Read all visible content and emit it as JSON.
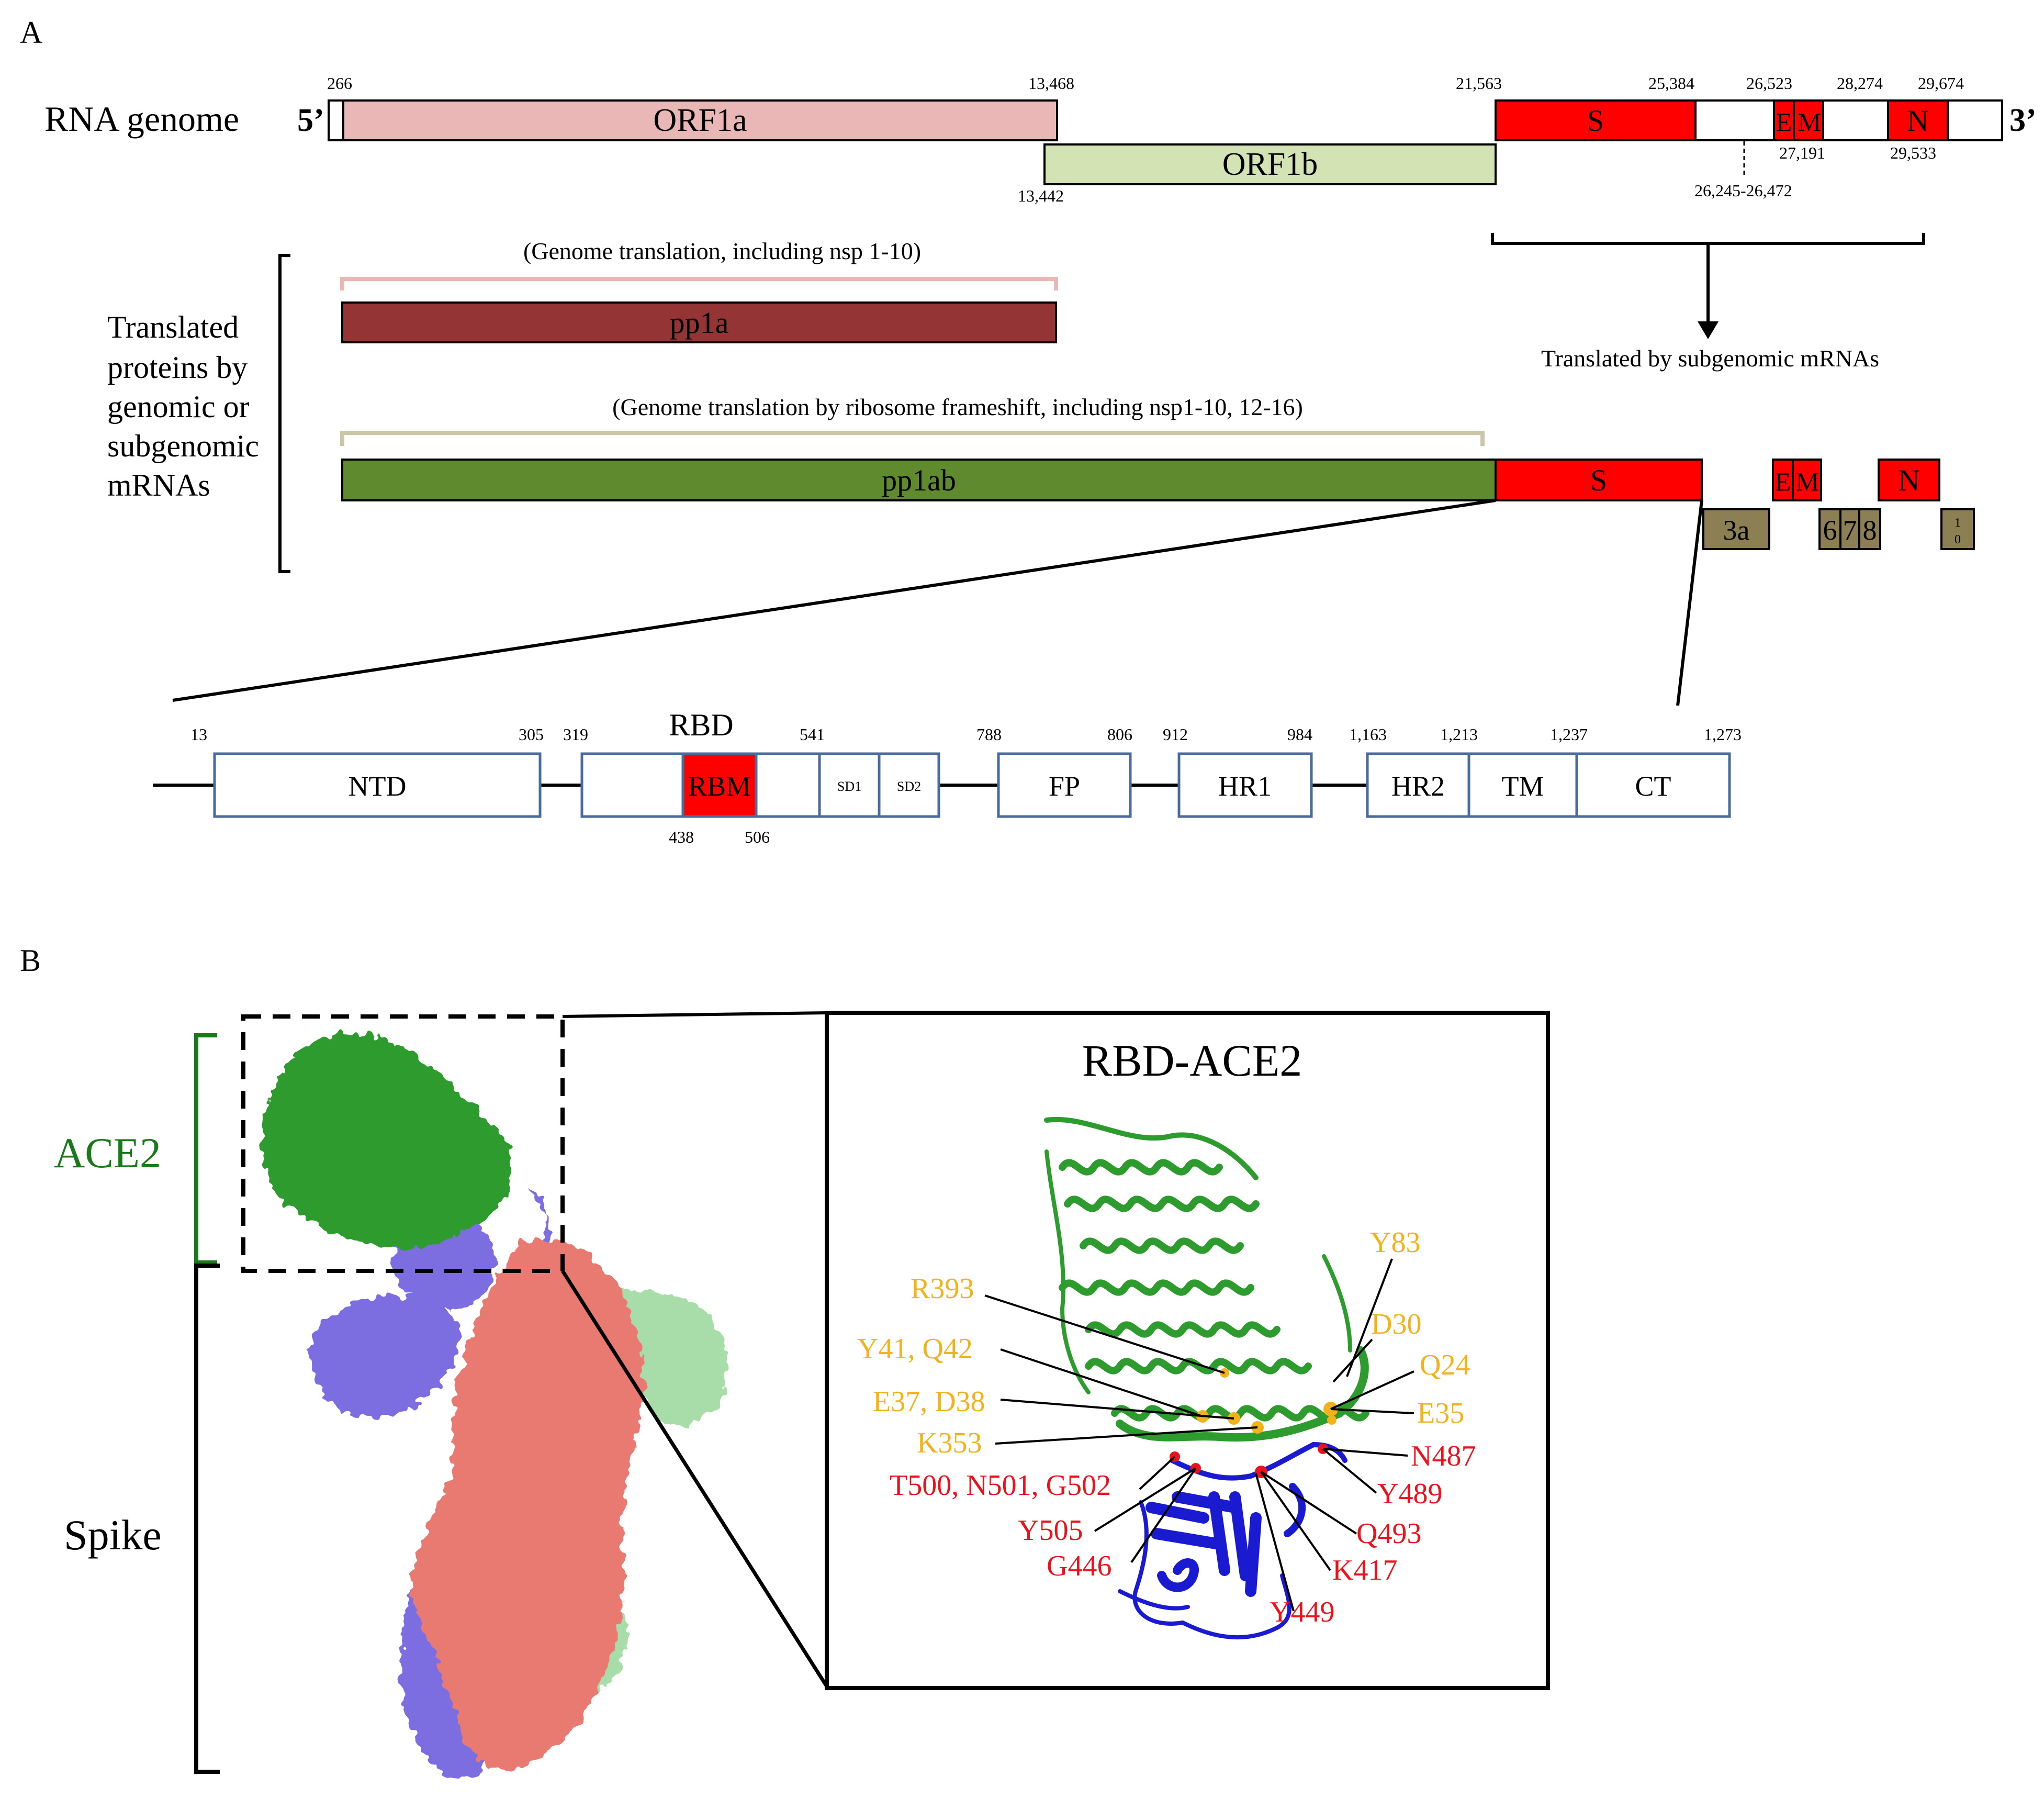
{
  "panel_a": {
    "label": "A",
    "genome": {
      "label": "RNA genome",
      "five_prime": "5’",
      "three_prime": "3’",
      "orf1a": "ORF1a",
      "orf1b": "ORF1b",
      "s": "S",
      "e": "E",
      "m": "M",
      "n": "N",
      "positions": {
        "p266": "266",
        "p13468": "13,468",
        "p13442": "13,442",
        "p21563": "21,563",
        "p25384": "25,384",
        "p26523": "26,523",
        "p28274": "28,274",
        "p29674": "29,674",
        "p27191": "27,191",
        "p29533": "29,533",
        "p26245": "26,245-26,472"
      }
    },
    "translated": {
      "label_lines": [
        "Translated",
        "proteins by",
        "genomic or",
        "subgenomic",
        "mRNAs"
      ],
      "pp1a_note": "(Genome translation, including nsp 1-10)",
      "pp1a": "pp1a",
      "pp1ab_note": "(Genome translation by ribosome frameshift, including nsp1-10, 12-16)",
      "pp1ab": "pp1ab",
      "subgenomic_note": "Translated by subgenomic mRNAs",
      "s": "S",
      "e": "E",
      "m": "M",
      "n": "N",
      "orf3a": "3a",
      "orf6": "6",
      "orf7": "7",
      "orf8": "8",
      "orf10_top": "1",
      "orf10_bottom": "0"
    },
    "spike_domains": {
      "rbd_title": "RBD",
      "ntd": "NTD",
      "rbm": "RBM",
      "sd1": "SD1",
      "sd2": "SD2",
      "fp": "FP",
      "hr1": "HR1",
      "hr2": "HR2",
      "tm": "TM",
      "ct": "CT",
      "positions": {
        "p13": "13",
        "p305": "305",
        "p319": "319",
        "p541": "541",
        "p788": "788",
        "p806": "806",
        "p912": "912",
        "p984": "984",
        "p1163": "1,163",
        "p1213": "1,213",
        "p1237": "1,237",
        "p1273": "1,273",
        "p438": "438",
        "p506": "506"
      }
    }
  },
  "panel_b": {
    "label": "B",
    "ace2_label": "ACE2",
    "spike_label": "Spike",
    "inset_title": "RBD-ACE2",
    "ace2_residues": {
      "y83": "Y83",
      "r393": "R393",
      "d30": "D30",
      "y41q42": "Y41, Q42",
      "q24": "Q24",
      "e37d38": "E37, D38",
      "e35": "E35",
      "k353": "K353"
    },
    "rbd_residues": {
      "n487": "N487",
      "t500": "T500, N501, G502",
      "y489": "Y489",
      "y505": "Y505",
      "q493": "Q493",
      "g446": "G446",
      "k417": "K417",
      "y449": "Y449"
    }
  },
  "colors": {
    "orf1a": "#e8b7b6",
    "orf1b": "#d3e3b3",
    "structural_red": "#ff0000",
    "pp1a": "#943434",
    "pp1ab": "#5f8a2e",
    "accessory": "#8d7f54",
    "domain_border": "#4b6b9c",
    "ace2_green": "#2e9b2e",
    "ace2_label": "#1a7a1a",
    "spike_purple": "#7b6ee0",
    "spike_salmon": "#e87a72",
    "spike_mint": "#a8dca8",
    "rbd_blue": "#1a1ad0",
    "ace2_residue_text": "#f2b21c",
    "rbd_residue_text": "#e8131c"
  }
}
